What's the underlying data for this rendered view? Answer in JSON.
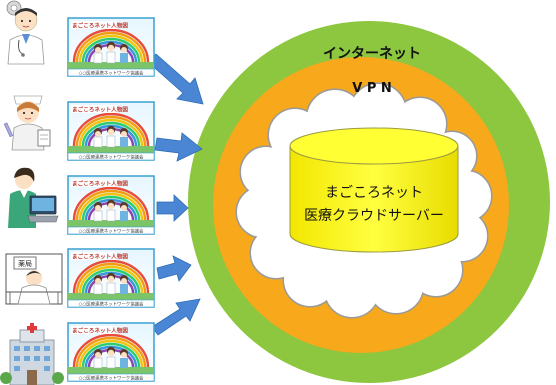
{
  "outer_ring": {
    "label": "インターネット",
    "color": "#8DC63F"
  },
  "vpn_ring": {
    "label": "V P N",
    "color": "#F7A81B"
  },
  "server": {
    "line1": "まごころネット",
    "line2": "医療クラウドサーバー",
    "color": "#FFFF00"
  },
  "card": {
    "title": "まごころネット人物図",
    "footer": "○○医療連携ネットワーク協議会"
  },
  "participants": [
    {
      "name": "doctor",
      "icon": "doctor-icon"
    },
    {
      "name": "nurse",
      "icon": "nurse-icon"
    },
    {
      "name": "clerk",
      "icon": "clerk-pc-icon"
    },
    {
      "name": "pharmacy",
      "icon": "pharmacy-icon",
      "sign": "薬局"
    },
    {
      "name": "hospital",
      "icon": "hospital-icon"
    }
  ],
  "colors": {
    "arrow": "#4A86D4",
    "arrow_edge": "#2E6DB4",
    "card_border": "#3AA0D0"
  }
}
